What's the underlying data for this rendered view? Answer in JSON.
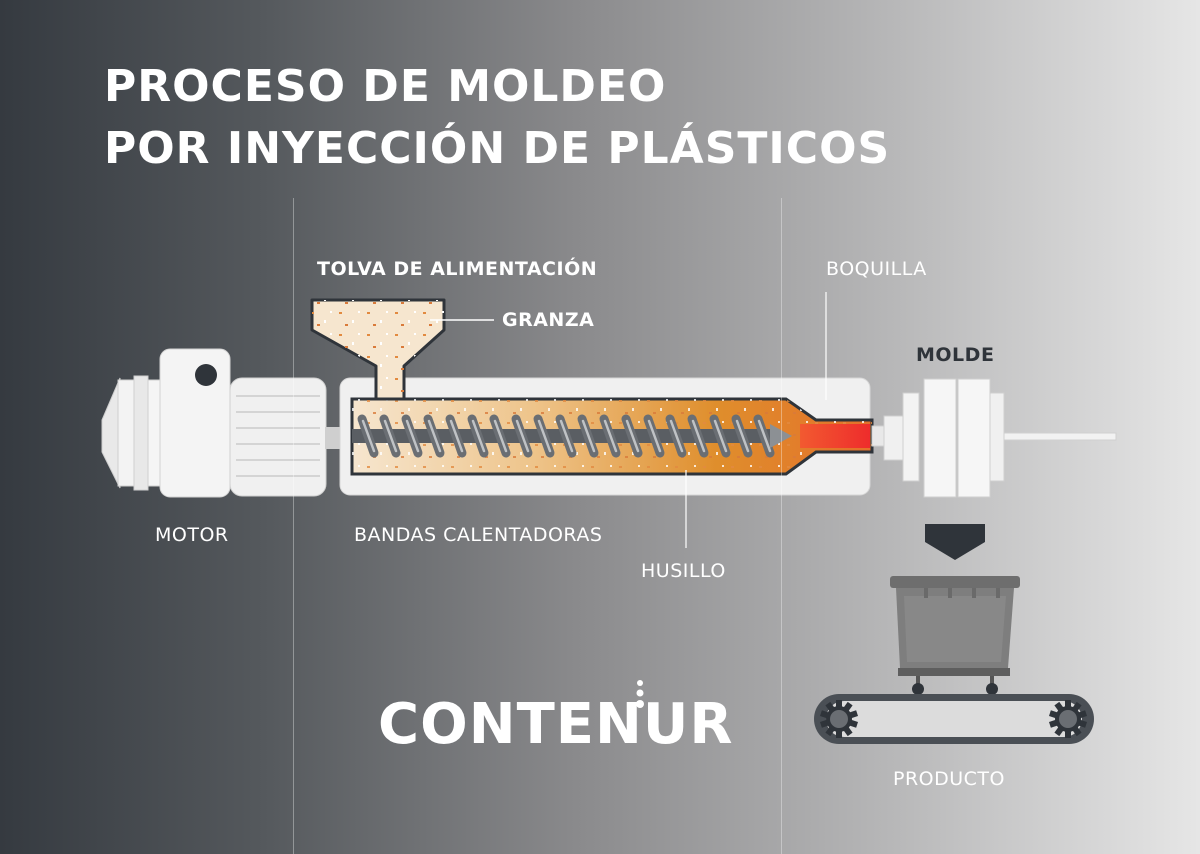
{
  "title": {
    "line1": "PROCESO DE MOLDEO",
    "line2": "POR INYECCIÓN DE PLÁSTICOS"
  },
  "labels": {
    "tolva": "TOLVA DE ALIMENTACIÓN",
    "granza": "GRANZA",
    "boquilla": "BOQUILLA",
    "molde": "MOLDE",
    "motor": "MOTOR",
    "bandas": "BANDAS CALENTADORAS",
    "husillo": "HUSILLO",
    "producto": "PRODUCTO"
  },
  "logo": {
    "text": "CONTENUR"
  },
  "colors": {
    "granule_fill": "#f6e6cf",
    "melt_orange": "#e0902a",
    "melt_red": "#ee3b2e",
    "machine_white": "#f2f2f2",
    "outline_dark": "#2f343a",
    "bin_grey": "#7c7c7c",
    "conveyor_grey": "#4a4f55"
  },
  "icons": [
    "motor-icon",
    "hopper-icon",
    "barrel-icon",
    "screw-icon",
    "nozzle-icon",
    "mold-icon",
    "arrow-down-icon",
    "bin-icon",
    "conveyor-icon"
  ]
}
